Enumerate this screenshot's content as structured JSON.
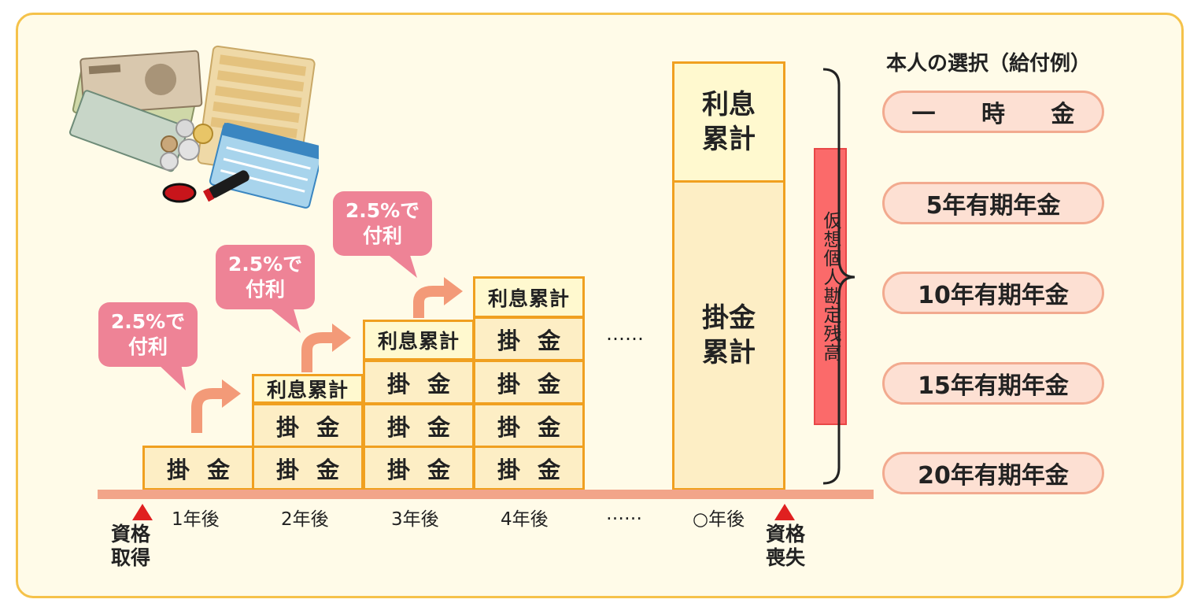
{
  "diagram": {
    "bubbles": [
      {
        "line1": "2.5%で",
        "line2": "付利"
      },
      {
        "line1": "2.5%で",
        "line2": "付利"
      },
      {
        "line1": "2.5%で",
        "line2": "付利"
      }
    ],
    "cell_contribution": "掛金",
    "cell_interest": "利息累計",
    "ellipsis": "……",
    "timeline": [
      "1年後",
      "2年後",
      "3年後",
      "4年後",
      "……",
      "○年後"
    ],
    "start_marker": {
      "line1": "資格",
      "line2": "取得"
    },
    "end_marker": {
      "line1": "資格",
      "line2": "喪失"
    },
    "final_column": {
      "interest_line1": "利息",
      "interest_line2": "累計",
      "contribution_line1": "掛金",
      "contribution_line2": "累計"
    },
    "balance_label": "仮想個人勘定残高"
  },
  "options": {
    "heading": "本人の選択（給付例）",
    "items": [
      "一 時 金",
      "5年有期年金",
      "10年有期年金",
      "15年有期年金",
      "20年有期年金"
    ]
  },
  "colors": {
    "frame_border": "#f5c24a",
    "frame_fill": "#fffbe8",
    "cell_border": "#f0a020",
    "bubble": "#ee8396",
    "arrow": "#f39a78",
    "baseline": "#f2a589",
    "marker": "#e02020",
    "balance_bar": "#fb6a6a"
  },
  "icons": [
    "money-illustration-icon",
    "curved-arrow-icon",
    "triangle-marker-icon",
    "brace-icon"
  ]
}
